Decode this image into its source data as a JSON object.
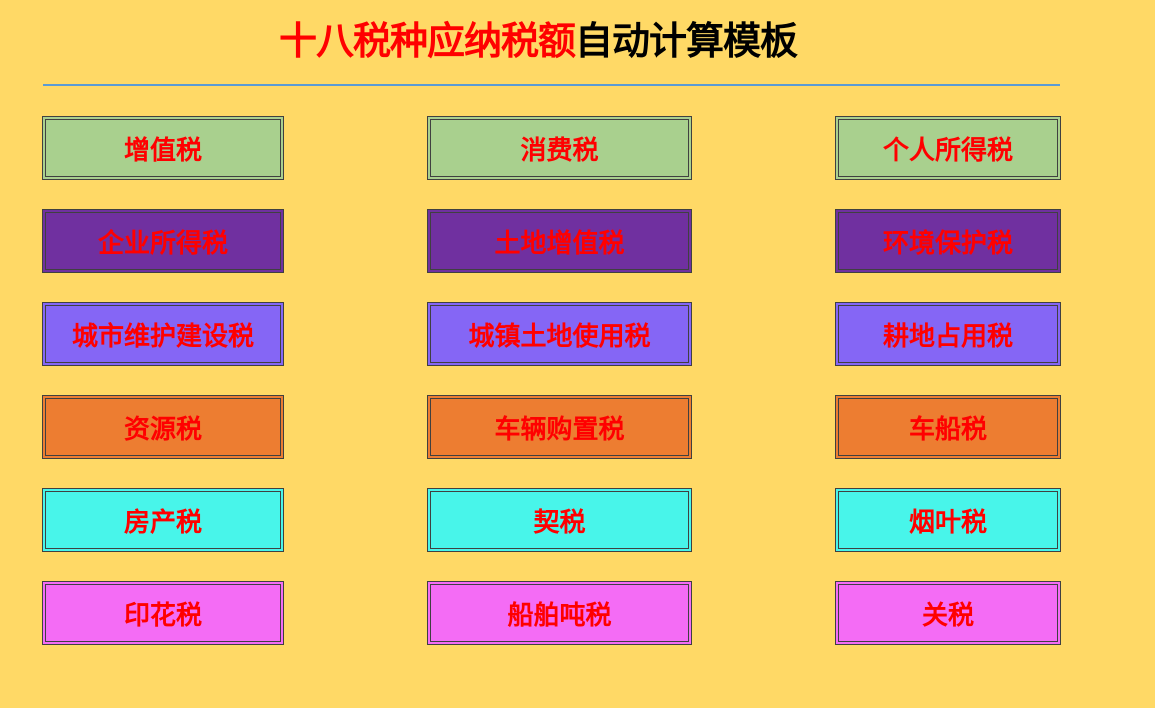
{
  "header": {
    "title_red": "十八税种应纳税额",
    "title_black": "自动计算模板"
  },
  "colors": {
    "background": "#FFD966",
    "divider": "#5B9BD5",
    "button_text": "#FF0000",
    "title_red": "#FF0000",
    "title_black": "#000000",
    "row_colors": [
      "#A9D08E",
      "#7030A0",
      "#8566F5",
      "#ED7D31",
      "#48F5EA",
      "#F46CF5"
    ]
  },
  "buttons": [
    [
      {
        "label": "增值税"
      },
      {
        "label": "消费税"
      },
      {
        "label": "个人所得税"
      }
    ],
    [
      {
        "label": "企业所得税"
      },
      {
        "label": "土地增值税"
      },
      {
        "label": "环境保护税"
      }
    ],
    [
      {
        "label": "城市维护建设税"
      },
      {
        "label": "城镇土地使用税"
      },
      {
        "label": "耕地占用税"
      }
    ],
    [
      {
        "label": "资源税"
      },
      {
        "label": "车辆购置税"
      },
      {
        "label": "车船税"
      }
    ],
    [
      {
        "label": "房产税"
      },
      {
        "label": "契税"
      },
      {
        "label": "烟叶税"
      }
    ],
    [
      {
        "label": "印花税"
      },
      {
        "label": "船舶吨税"
      },
      {
        "label": "关税"
      }
    ]
  ]
}
